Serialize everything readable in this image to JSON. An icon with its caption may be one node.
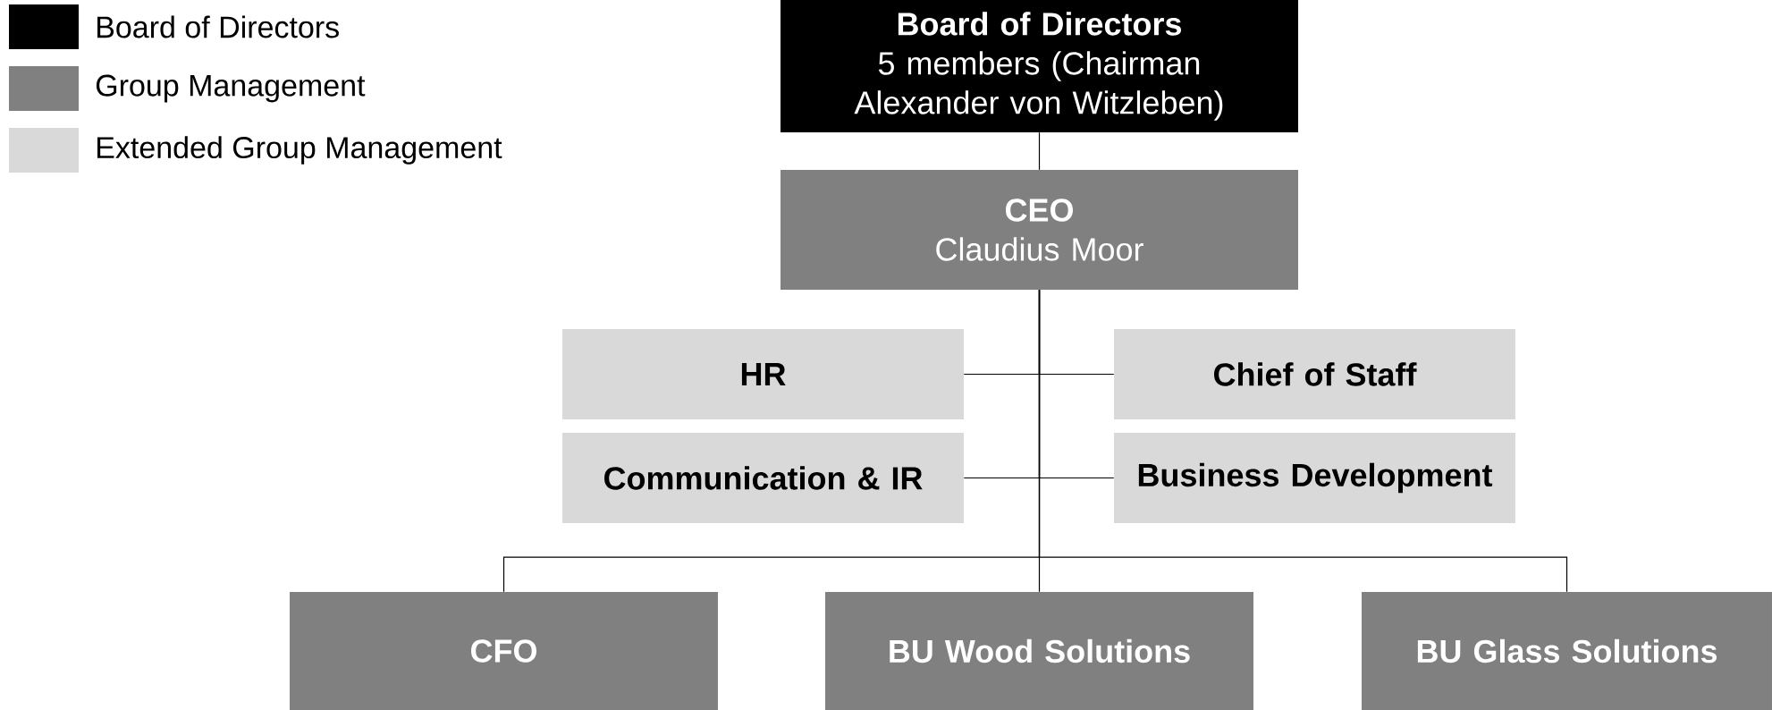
{
  "diagram": {
    "nodes": [
      {
        "text": [
          "Board of Directors",
          "5 members (Chairman Alexander von Witzleben)"
        ]
      },
      {
        "text": [
          "CEO",
          "Claudius Moor"
        ]
      },
      {
        "text": [
          "HR"
        ]
      },
      {
        "text": [
          "Chief of Staff"
        ]
      },
      {
        "text": [
          "Communication & IR"
        ]
      },
      {
        "text": [
          "Business Development"
        ]
      },
      {
        "text": [
          "CFO"
        ]
      },
      {
        "text": [
          "BU Wood Solutions"
        ]
      },
      {
        "text": [
          "BU Glass Solutions"
        ]
      }
    ],
    "edges": [
      {
        "from": 0,
        "to": 1,
        "arrow": "none"
      },
      {
        "from": 1,
        "to": 2,
        "arrow": "none"
      },
      {
        "from": 1,
        "to": 3,
        "arrow": "none"
      },
      {
        "from": 1,
        "to": 4,
        "arrow": "none"
      },
      {
        "from": 1,
        "to": 5,
        "arrow": "none"
      },
      {
        "from": 1,
        "to": 6,
        "arrow": "none"
      },
      {
        "from": 1,
        "to": 7,
        "arrow": "none"
      },
      {
        "from": 1,
        "to": 8,
        "arrow": "none"
      }
    ],
    "legend": [
      {
        "text": "Board of Directors",
        "color": "#000000"
      },
      {
        "text": "Group Management",
        "color": "#808080"
      },
      {
        "text": "Extended Group Management",
        "color": "#d9d9d9"
      }
    ]
  }
}
